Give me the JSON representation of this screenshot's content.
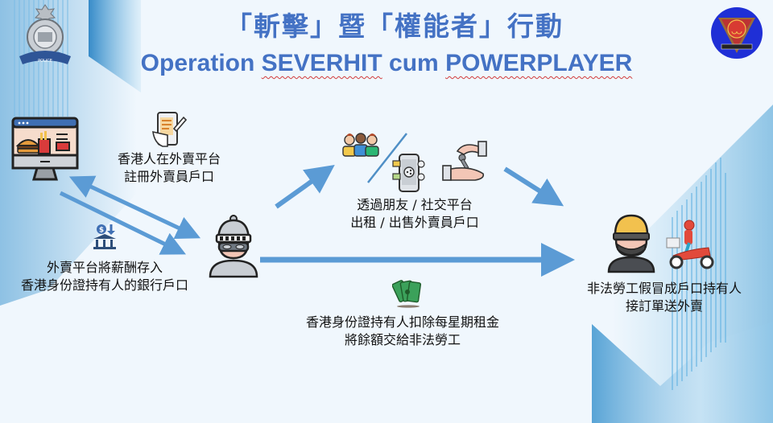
{
  "header": {
    "title_zh": "「斬擊」暨「權能者」行動",
    "title_en_prefix": "Operation ",
    "title_en_word1": "SEVERHIT",
    "title_en_mid": " cum ",
    "title_en_word2": "POWERPLAYER"
  },
  "logos": {
    "left": "police-crest",
    "right": "customs-crest"
  },
  "steps": {
    "register": {
      "icon": "phone-signup-icon",
      "line1": "香港人在外賣平台",
      "line2": "註冊外賣員戶口"
    },
    "platform": {
      "icon": "food-delivery-website-icon"
    },
    "payment": {
      "icon": "bank-deposit-icon",
      "line1": "外賣平台將薪酬存入",
      "line2": "香港身份證持有人的銀行戶口"
    },
    "account_holder": {
      "icon": "masked-person-icon"
    },
    "rent_sell": {
      "icons": [
        "friends-group-icon",
        "social-media-phone-icon",
        "key-handover-icon"
      ],
      "line1": "透過朋友 / 社交平台",
      "line2": "出租 / 出售外賣員戶口"
    },
    "rent_deduction": {
      "icon": "cash-bills-icon",
      "line1": "香港身份證持有人扣除每星期租金",
      "line2": "將餘額交給非法勞工"
    },
    "illegal_worker": {
      "icons": [
        "helmet-masked-worker-icon",
        "delivery-scooter-icon"
      ],
      "line1": "非法勞工假冒成戶口持有人",
      "line2": "接訂單送外賣"
    }
  },
  "colors": {
    "title": "#4472c4",
    "arrow": "#5b9bd5",
    "background": "#f0f7fd",
    "deco_blue": "#3d95cf"
  }
}
